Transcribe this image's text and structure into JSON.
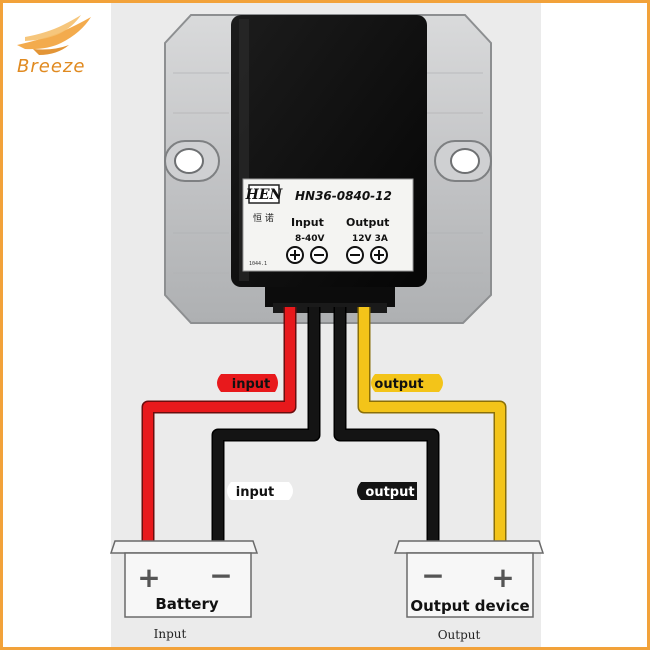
{
  "brand": {
    "name": "Breeze"
  },
  "module": {
    "logo": "HEN",
    "model": "HN36-0840-12",
    "chinese": "恒 诺",
    "input_title": "Input",
    "input_range": "8-40V",
    "output_title": "Output",
    "output_range": "12V 3A",
    "small_code": "1044.1",
    "terminals": [
      "+",
      "−",
      "−",
      "+"
    ]
  },
  "wires": {
    "input_positive_label": "input",
    "input_negative_label": "input",
    "output_positive_label": "output",
    "output_negative_label": "output",
    "colors": {
      "red": "#e8191c",
      "black": "#141414",
      "yellow": "#f3c419"
    }
  },
  "battery": {
    "label": "Battery",
    "plus": "+",
    "minus": "−",
    "caption": "Input"
  },
  "device": {
    "label": "Output device",
    "plus": "+",
    "minus": "−",
    "caption": "Output"
  }
}
